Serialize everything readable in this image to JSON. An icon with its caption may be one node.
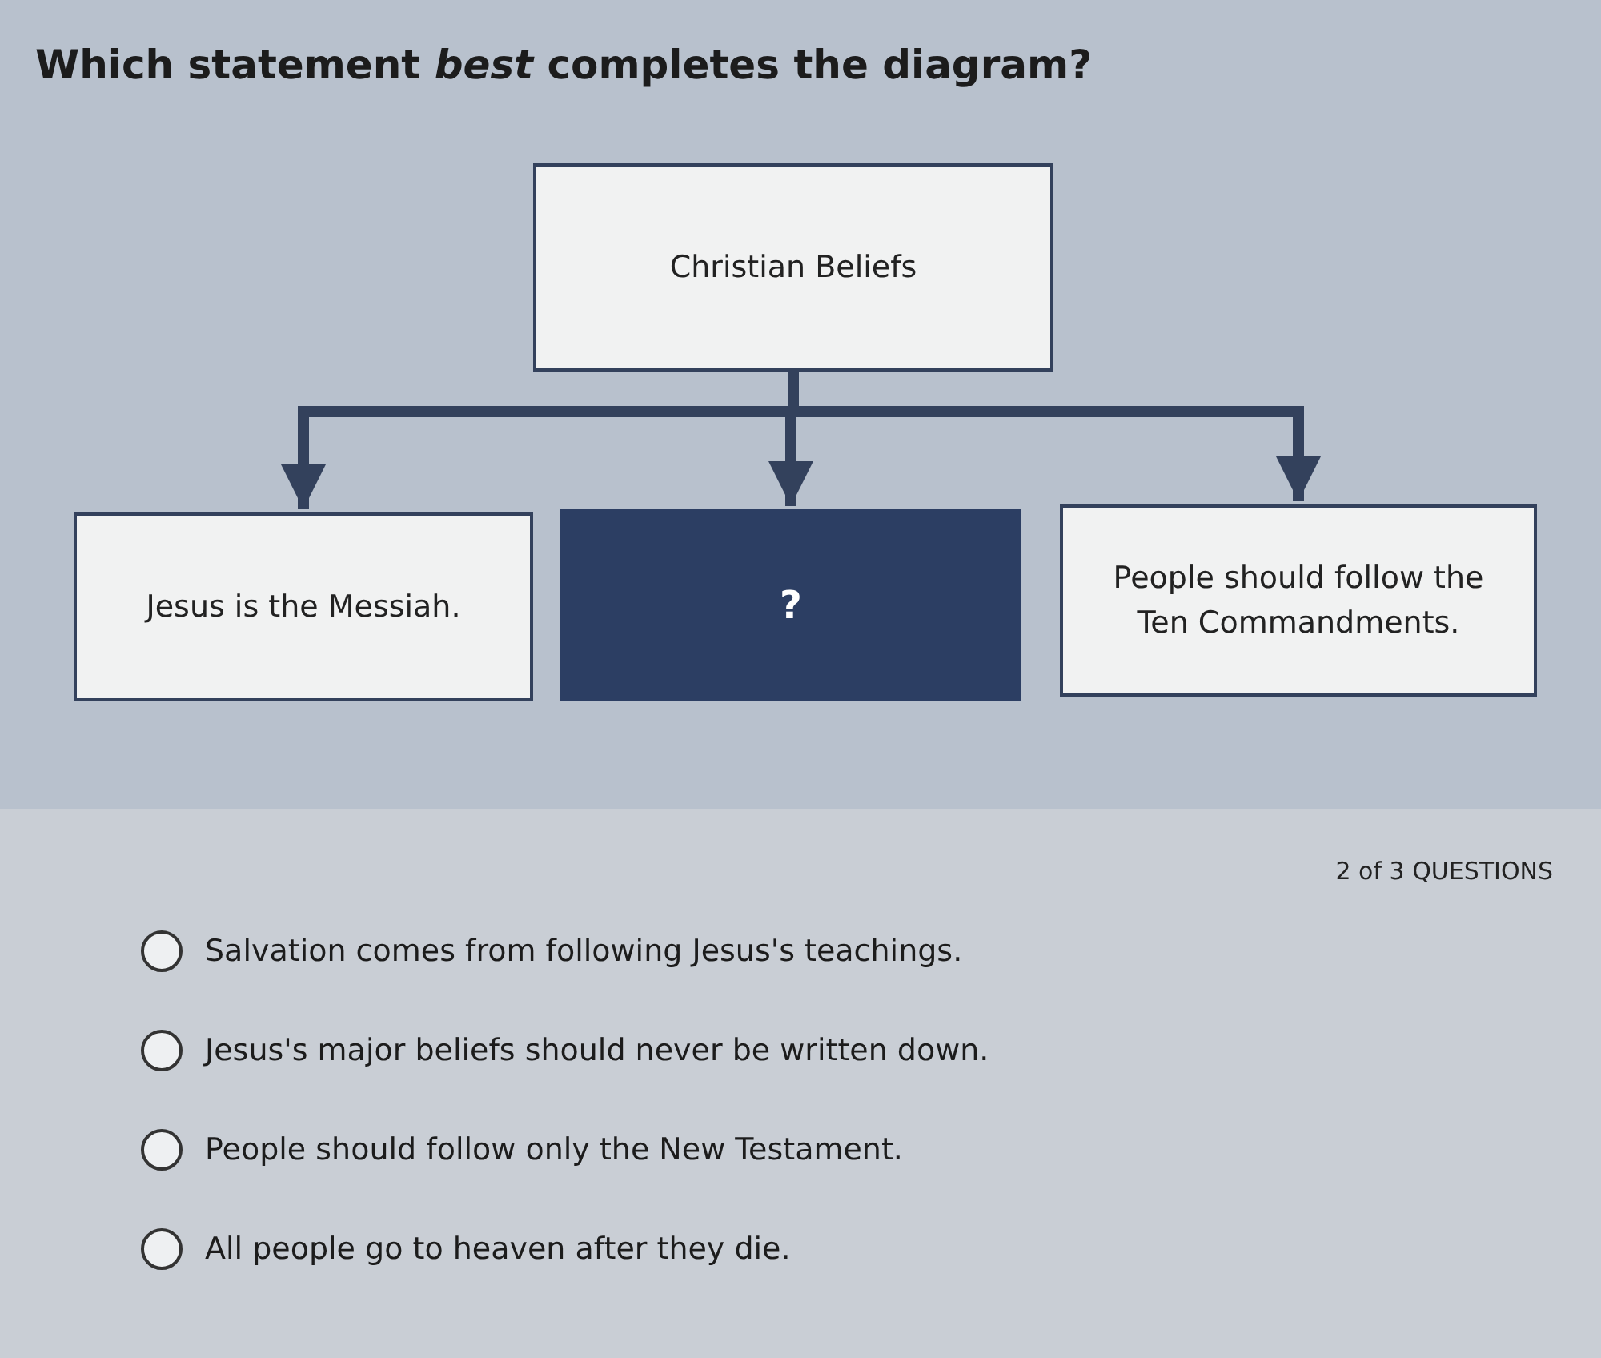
{
  "diagram": {
    "title": "Which statement *best* completes the diagram?",
    "nodes": [
      {
        "text": [
          "Christian Beliefs"
        ]
      },
      {
        "text": [
          "Jesus is the Messiah."
        ]
      },
      {
        "text": [
          "?"
        ]
      },
      {
        "text": [
          "People should follow the Ten Commandments."
        ]
      }
    ],
    "edges": [
      {
        "from": 0,
        "to": 1,
        "arrow": "to"
      },
      {
        "from": 0,
        "to": 2,
        "arrow": "to"
      },
      {
        "from": 0,
        "to": 3,
        "arrow": "to"
      }
    ],
    "labels": [
      "2 of 3 QUESTIONS",
      "Salvation comes from following Jesus's teachings.",
      "Jesus's major beliefs should never be written down.",
      "People should follow only the New Testament.",
      "All people go to heaven after they die."
    ]
  }
}
